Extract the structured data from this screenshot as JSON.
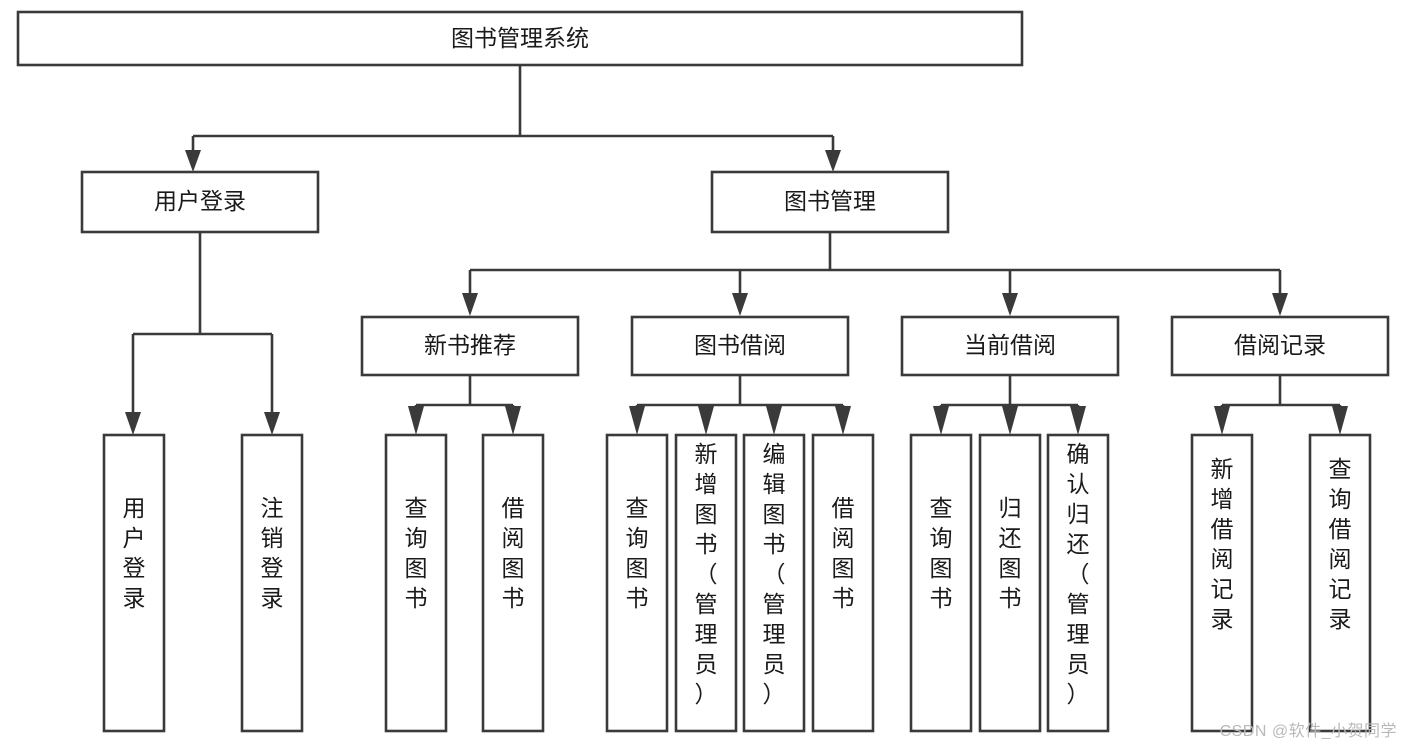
{
  "diagram": {
    "title": "图书管理系统",
    "type": "tree-hierarchy-chart",
    "watermark": "CSDN @软件_小贺同学",
    "colors": {
      "stroke": "#3a3a3a",
      "fill": "#ffffff",
      "text": "#1a1a1a",
      "watermark": "#b9b9b9"
    },
    "levels": {
      "root": {
        "label": "图书管理系统"
      },
      "level2": [
        {
          "id": "user-login",
          "label": "用户登录"
        },
        {
          "id": "book-management",
          "label": "图书管理"
        }
      ],
      "level3": [
        {
          "id": "new-book-recommend",
          "label": "新书推荐",
          "parent": "book-management"
        },
        {
          "id": "book-borrow",
          "label": "图书借阅",
          "parent": "book-management"
        },
        {
          "id": "current-borrow",
          "label": "当前借阅",
          "parent": "book-management"
        },
        {
          "id": "borrow-record",
          "label": "借阅记录",
          "parent": "book-management"
        }
      ],
      "leaves": [
        {
          "id": "leaf-user-login",
          "label": "用户登录",
          "parent": "user-login"
        },
        {
          "id": "leaf-logout-login",
          "label": "注销登录",
          "parent": "user-login"
        },
        {
          "id": "leaf-query-book-1",
          "label": "查询图书",
          "parent": "new-book-recommend"
        },
        {
          "id": "leaf-borrow-book-1",
          "label": "借阅图书",
          "parent": "new-book-recommend"
        },
        {
          "id": "leaf-query-book-2",
          "label": "查询图书",
          "parent": "book-borrow"
        },
        {
          "id": "leaf-add-book",
          "label": "新增图书（管理员）",
          "parent": "book-borrow"
        },
        {
          "id": "leaf-edit-book",
          "label": "编辑图书（管理员）",
          "parent": "book-borrow"
        },
        {
          "id": "leaf-borrow-book-2",
          "label": "借阅图书",
          "parent": "book-borrow"
        },
        {
          "id": "leaf-query-book-3",
          "label": "查询图书",
          "parent": "current-borrow"
        },
        {
          "id": "leaf-return-book",
          "label": "归还图书",
          "parent": "current-borrow"
        },
        {
          "id": "leaf-confirm-return",
          "label": "确认归还（管理员）",
          "parent": "current-borrow"
        },
        {
          "id": "leaf-add-record",
          "label": "新增借阅记录",
          "parent": "borrow-record"
        },
        {
          "id": "leaf-query-record",
          "label": "查询借阅记录",
          "parent": "borrow-record"
        }
      ]
    }
  }
}
